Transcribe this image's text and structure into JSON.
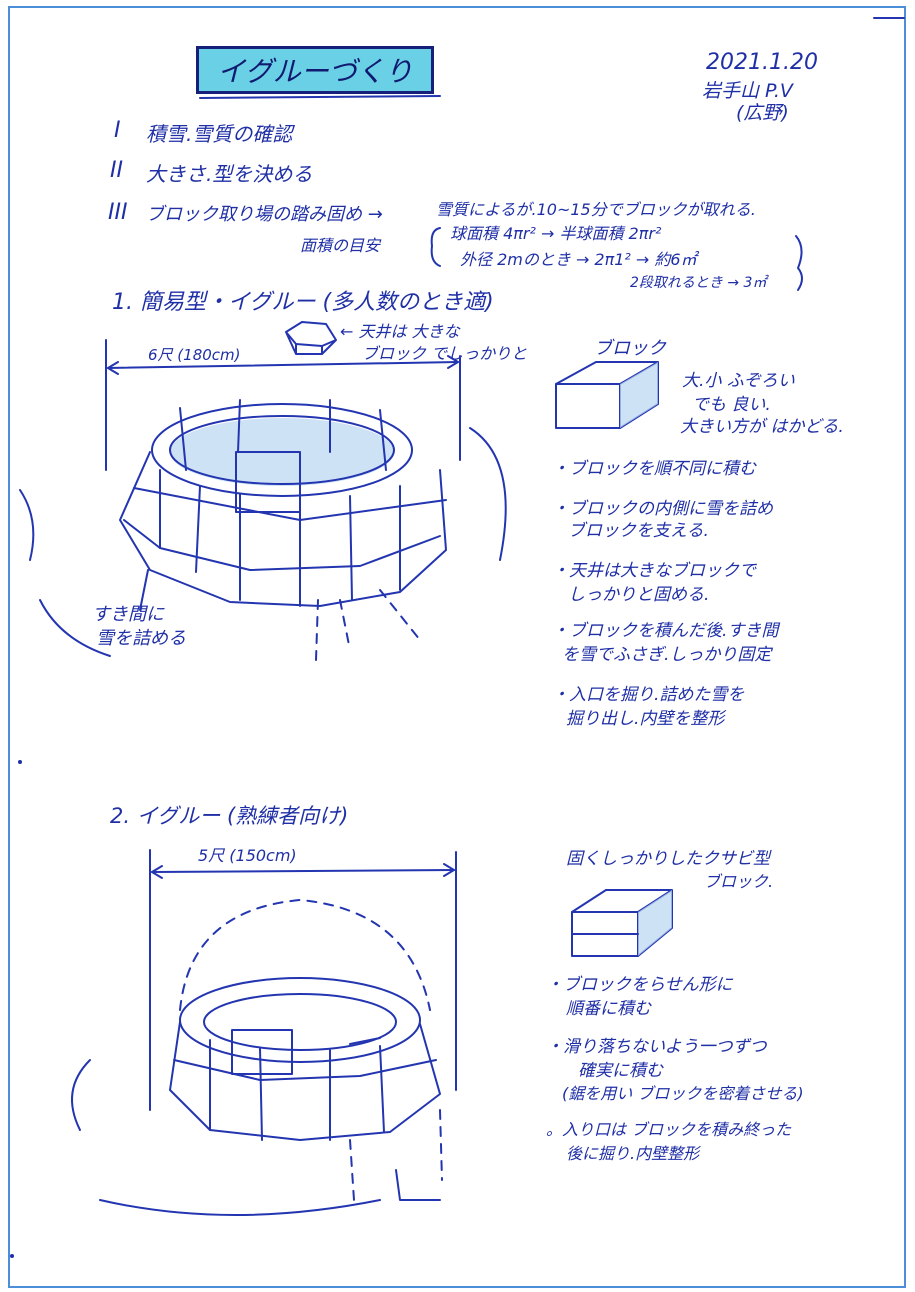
{
  "title": "イグルーづくり",
  "header": {
    "date": "2021.1.20",
    "place": "岩手山 P.V",
    "author": "(広野)"
  },
  "steps": [
    {
      "num": "I",
      "text": "積雪.雪質の確認"
    },
    {
      "num": "II",
      "text": "大きさ.型を決める"
    },
    {
      "num": "III",
      "text": "ブロック取り場の踏み固め →"
    }
  ],
  "step3_note": {
    "line1": "雪質によるが.10~15分でブロックが取れる.",
    "area_label": "面積の目安",
    "line2": "球面積 4πr² → 半球面積 2πr²",
    "line3": "外径 2mのとき → 2π1² → 約6㎡",
    "line4": "2段取れるとき → 3㎡"
  },
  "section1": {
    "heading": "1. 簡易型・イグルー (多人数のとき適)",
    "dimension": "6尺 (180cm)",
    "roof_note_1": "← 天井は 大きな",
    "roof_note_2": "ブロック でしっかりと",
    "gap_note_1": "すき間に",
    "gap_note_2": "雪を詰める",
    "block_label": "ブロック",
    "block_note_1": "大.小 ふぞろい",
    "block_note_2": "でも 良い.",
    "block_note_3": "大きい方が はかどる.",
    "bullets": [
      [
        "・ブロックを順不同に積む"
      ],
      [
        "・ブロックの内側に雪を詰め",
        "ブロックを支える."
      ],
      [
        "・天井は大きなブロックで",
        "しっかりと固める."
      ],
      [
        "・ブロックを積んだ後.すき間",
        "を雪でふさぎ.しっかり固定"
      ],
      [
        "・入口を掘り.詰めた雪を",
        "掘り出し.内壁を整形"
      ]
    ]
  },
  "section2": {
    "heading": "2. イグルー (熟練者向け)",
    "dimension": "5尺 (150cm)",
    "block_label_1": "固くしっかりしたクサビ型",
    "block_label_2": "ブロック.",
    "bullets": [
      [
        "・ブロックをらせん形に",
        "順番に積む"
      ],
      [
        "・滑り落ちないよう一つずつ",
        "確実に積む",
        "(鋸を用い ブロックを密着させる)"
      ],
      [
        "。入り口は ブロックを積み終った",
        "後に掘り.内壁整形"
      ]
    ]
  },
  "colors": {
    "ink": "#1f2fa6",
    "border": "#4a8fd8",
    "title_fill": "#6ad0e6"
  }
}
